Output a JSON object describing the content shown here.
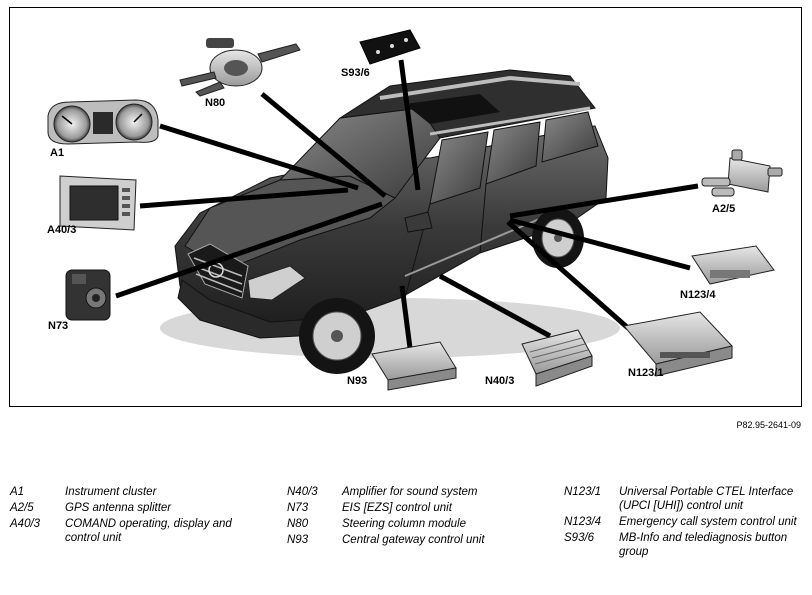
{
  "figure": {
    "callouts": {
      "n80": "N80",
      "s93_6": "S93/6",
      "a1": "A1",
      "a40_3": "A40/3",
      "n73": "N73",
      "a2_5": "A2/5",
      "n123_4": "N123/4",
      "n123_1": "N123/1",
      "n93": "N93",
      "n40_3": "N40/3"
    },
    "reference": "P82.95-2641-09"
  },
  "legend": {
    "col1": [
      {
        "code": "A1",
        "desc": "Instrument cluster"
      },
      {
        "code": "A2/5",
        "desc": "GPS antenna splitter"
      },
      {
        "code": "A40/3",
        "desc": "COMAND operating, display and control unit"
      }
    ],
    "col2": [
      {
        "code": "N40/3",
        "desc": "Amplifier for sound system"
      },
      {
        "code": "N73",
        "desc": "EIS [EZS] control unit"
      },
      {
        "code": "N80",
        "desc": "Steering column module"
      },
      {
        "code": "N93",
        "desc": "Central gateway control unit"
      }
    ],
    "col3": [
      {
        "code": "N123/1",
        "desc": "Universal Portable CTEL Interface (UPCI [UHI]) control unit"
      },
      {
        "code": "N123/4",
        "desc": "Emergency call system control unit"
      },
      {
        "code": "S93/6",
        "desc": "MB-Info and telediagnosis button group"
      }
    ]
  }
}
